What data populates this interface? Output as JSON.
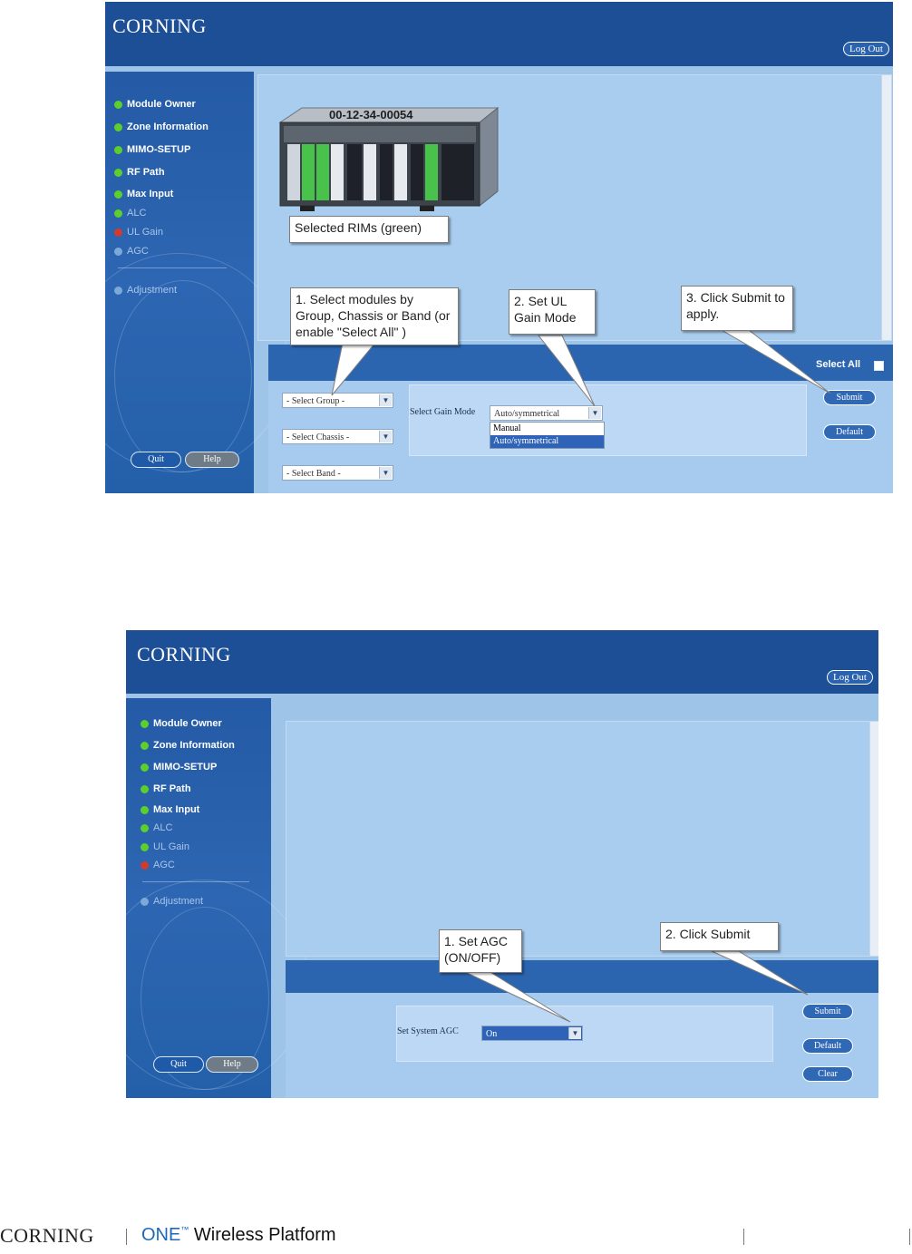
{
  "screen1": {
    "brand": "CORNING",
    "logout": "Log Out",
    "nav": [
      {
        "label": "Module Owner",
        "state": "active",
        "icon": "green-dot-icon"
      },
      {
        "label": "Zone Information",
        "state": "active",
        "icon": "green-dot-icon"
      },
      {
        "label": "MIMO-SETUP",
        "state": "active",
        "icon": "green-dot-icon"
      },
      {
        "label": "RF Path",
        "state": "active",
        "icon": "green-dot-icon"
      },
      {
        "label": "Max Input",
        "state": "active",
        "icon": "green-dot-icon"
      },
      {
        "label": "ALC",
        "state": "dim",
        "icon": "green-dot-icon"
      },
      {
        "label": "UL Gain",
        "state": "dim",
        "icon": "red-dot-icon"
      },
      {
        "label": "AGC",
        "state": "dim",
        "icon": "faint-dot-icon"
      },
      {
        "label": "Adjustment",
        "state": "dim",
        "icon": "faint-dot-icon"
      }
    ],
    "quit_label": "Quit",
    "help_label": "Help",
    "chassis_id": "00-12-34-00054",
    "callout_selected": "Selected RIMs (green)",
    "callout_step1": "1. Select modules by Group, Chassis or Band (or enable \"Select All\" )",
    "callout_step2": "2. Set UL Gain Mode",
    "callout_step3": "3. Click Submit to apply.",
    "select_all_label": "Select All",
    "select_group": "- Select Group -",
    "select_chassis": "- Select Chassis -",
    "select_band": "- Select Band -",
    "gain_mode_label": "Select Gain Mode",
    "gain_mode_value": "Auto/symmetrical",
    "gain_mode_options": [
      "Manual",
      "Auto/symmetrical"
    ],
    "submit_label": "Submit",
    "default_label": "Default"
  },
  "screen2": {
    "brand": "CORNING",
    "logout": "Log Out",
    "nav": [
      {
        "label": "Module Owner",
        "state": "active",
        "icon": "green-dot-icon"
      },
      {
        "label": "Zone Information",
        "state": "active",
        "icon": "green-dot-icon"
      },
      {
        "label": "MIMO-SETUP",
        "state": "active",
        "icon": "green-dot-icon"
      },
      {
        "label": "RF Path",
        "state": "active",
        "icon": "green-dot-icon"
      },
      {
        "label": "Max Input",
        "state": "active",
        "icon": "green-dot-icon"
      },
      {
        "label": "ALC",
        "state": "dim",
        "icon": "green-dot-icon"
      },
      {
        "label": "UL Gain",
        "state": "dim",
        "icon": "green-dot-icon"
      },
      {
        "label": "AGC",
        "state": "dim",
        "icon": "red-dot-icon"
      },
      {
        "label": "Adjustment",
        "state": "dim",
        "icon": "faint-dot-icon"
      }
    ],
    "quit_label": "Quit",
    "help_label": "Help",
    "callout_step1": "1. Set AGC (ON/OFF)",
    "callout_step2": "2. Click Submit",
    "agc_label": "Set System AGC",
    "agc_value": "On",
    "submit_label": "Submit",
    "default_label": "Default",
    "clear_label": "Clear"
  },
  "footer": {
    "brand": "CORNING",
    "one": "ONE",
    "tm": "™",
    "platform": " Wireless Platform"
  },
  "colors": {
    "header": "#1c4f96",
    "accent_green": "#5ccf2c",
    "callout_bg": "#ffffff",
    "content_bg": "#a8cdef"
  }
}
